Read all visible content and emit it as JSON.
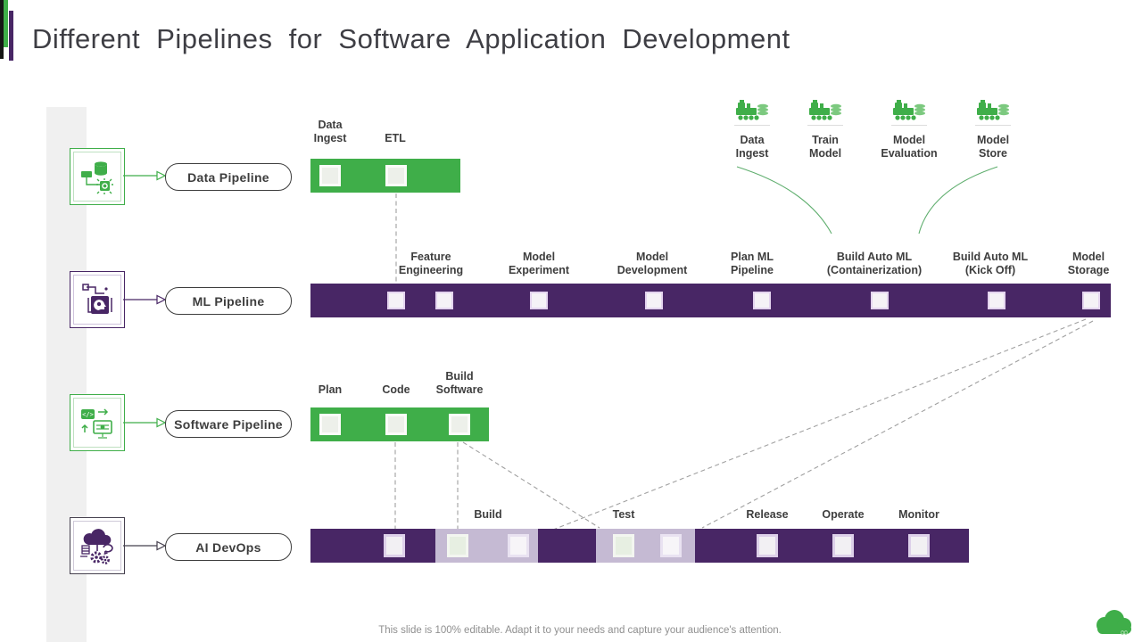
{
  "title": "Different Pipelines for Software Application Development",
  "caption": "This slide is 100% editable. Adapt it to your needs and capture your audience's attention.",
  "colors": {
    "green": "#3fae49",
    "dark_purple": "#482665",
    "lavender": "#c5bad3",
    "dashed_line": "#a0a0a0"
  },
  "pipelines": {
    "data": {
      "label": "Data Pipeline",
      "steps": [
        "Data\nIngest",
        "ETL"
      ]
    },
    "ml": {
      "label": "ML Pipeline",
      "steps": [
        "Feature\nEngineering",
        "Model\nExperiment",
        "Model\nDevelopment",
        "Plan ML\nPipeline",
        "Build Auto ML\n(Containerization)",
        "Build Auto ML\n(Kick Off)",
        "Model\nStorage"
      ]
    },
    "software": {
      "label": "Software Pipeline",
      "steps": [
        "Plan",
        "Code",
        "Build\nSoftware"
      ]
    },
    "devops": {
      "label": "AI DevOps",
      "steps": [
        "Build",
        "Test",
        "Release",
        "Operate",
        "Monitor"
      ]
    }
  },
  "ml_stages": [
    "Data\nIngest",
    "Train\nModel",
    "Model\nEvaluation",
    "Model\nStore"
  ],
  "icons": {
    "row_icons": [
      "data-pipeline-icon",
      "ml-pipeline-icon",
      "software-pipeline-icon",
      "ai-devops-icon"
    ],
    "stage_icon": "train-with-data-icon",
    "logo": "cloud-infinity-icon"
  }
}
